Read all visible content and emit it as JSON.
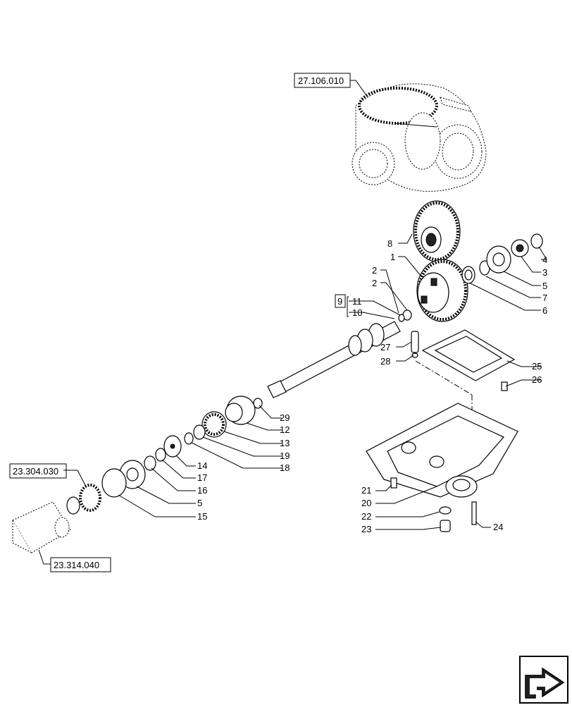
{
  "refs": {
    "top": "27.106.010",
    "left_top": "23.304.030",
    "left_bottom": "23.314.040"
  },
  "group_box": "9",
  "callouts": {
    "c1": "1",
    "c2a": "2",
    "c2b": "2",
    "c3": "3",
    "c4": "4",
    "c5a": "5",
    "c5b": "5",
    "c6": "6",
    "c7": "7",
    "c8": "8",
    "c10": "10",
    "c11": "11",
    "c12": "12",
    "c13": "13",
    "c14": "14",
    "c15": "15",
    "c16": "16",
    "c17": "17",
    "c18": "18",
    "c19": "19",
    "c20": "20",
    "c21": "21",
    "c22": "22",
    "c23": "23",
    "c24": "24",
    "c25": "25",
    "c26": "26",
    "c27": "27",
    "c28": "28",
    "c29": "29"
  }
}
